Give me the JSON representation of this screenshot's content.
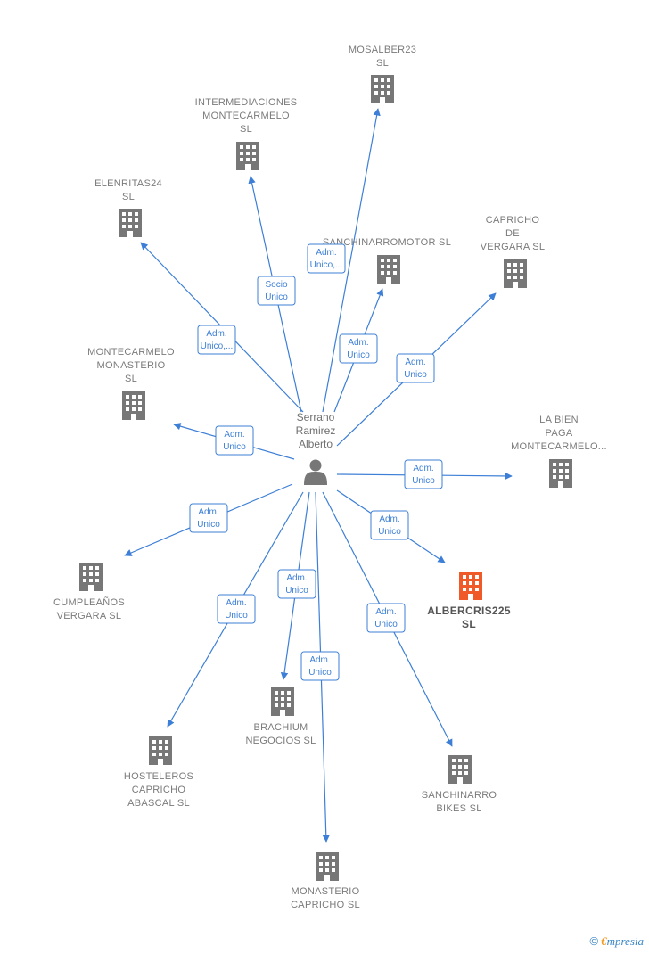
{
  "colors": {
    "edge": "#3d7fd6",
    "building": "#777777",
    "highlight": "#f05a28",
    "person": "#777777"
  },
  "center": {
    "name": [
      "Serrano",
      "Ramirez",
      "Alberto"
    ],
    "icon": "person-icon"
  },
  "nodes": [
    {
      "id": "mosalber23",
      "lines": [
        "MOSALBER23",
        "SL"
      ],
      "highlight": false
    },
    {
      "id": "intermediaciones",
      "lines": [
        "INTERMEDIACIONES",
        "MONTECARMELO",
        "SL"
      ],
      "highlight": false
    },
    {
      "id": "elenritas24",
      "lines": [
        "ELENRITAS24",
        "SL"
      ],
      "highlight": false
    },
    {
      "id": "sanchinarromotor",
      "lines": [
        "SANCHINARROMOTOR SL"
      ],
      "highlight": false
    },
    {
      "id": "capricho-vergara",
      "lines": [
        "CAPRICHO",
        "DE",
        "VERGARA  SL"
      ],
      "highlight": false
    },
    {
      "id": "montecarmelo-monasterio",
      "lines": [
        "MONTECARMELO",
        "MONASTERIO",
        "SL"
      ],
      "highlight": false
    },
    {
      "id": "la-bien-paga",
      "lines": [
        "LA BIEN",
        "PAGA",
        "MONTECARMELO..."
      ],
      "highlight": false
    },
    {
      "id": "cumpleanos-vergara",
      "lines": [
        "CUMPLEAÑOS",
        "VERGARA  SL"
      ],
      "highlight": false
    },
    {
      "id": "albercris225",
      "lines": [
        "ALBERCRIS225",
        "SL"
      ],
      "highlight": true
    },
    {
      "id": "brachium",
      "lines": [
        "BRACHIUM",
        "NEGOCIOS  SL"
      ],
      "highlight": false
    },
    {
      "id": "hosteleros",
      "lines": [
        "HOSTELEROS",
        "CAPRICHO",
        "ABASCAL  SL"
      ],
      "highlight": false
    },
    {
      "id": "sanchinarro-bikes",
      "lines": [
        "SANCHINARRO",
        "BIKES  SL"
      ],
      "highlight": false
    },
    {
      "id": "monasterio-capricho",
      "lines": [
        "MONASTERIO",
        "CAPRICHO  SL"
      ],
      "highlight": false
    }
  ],
  "edges": [
    {
      "target": "mosalber23",
      "label": [
        "Adm.",
        "Unico,..."
      ]
    },
    {
      "target": "intermediaciones",
      "label": [
        "Socio",
        "Único"
      ]
    },
    {
      "target": "elenritas24",
      "label": [
        "Adm.",
        "Unico,..."
      ]
    },
    {
      "target": "sanchinarromotor",
      "label": [
        "Adm.",
        "Unico"
      ]
    },
    {
      "target": "capricho-vergara",
      "label": [
        "Adm.",
        "Unico"
      ]
    },
    {
      "target": "montecarmelo-monasterio",
      "label": [
        "Adm.",
        "Unico"
      ]
    },
    {
      "target": "la-bien-paga",
      "label": [
        "Adm.",
        "Unico"
      ]
    },
    {
      "target": "cumpleanos-vergara",
      "label": [
        "Adm.",
        "Unico"
      ]
    },
    {
      "target": "albercris225",
      "label": [
        "Adm.",
        "Unico"
      ]
    },
    {
      "target": "brachium",
      "label": [
        "Adm.",
        "Unico"
      ]
    },
    {
      "target": "hosteleros",
      "label": [
        "Adm.",
        "Unico"
      ]
    },
    {
      "target": "sanchinarro-bikes",
      "label": [
        "Adm.",
        "Unico"
      ]
    },
    {
      "target": "monasterio-capricho",
      "label": [
        "Adm.",
        "Unico"
      ]
    }
  ],
  "footer": {
    "copyright": "©",
    "brand_initial": "€",
    "brand_rest": "mpresia"
  }
}
